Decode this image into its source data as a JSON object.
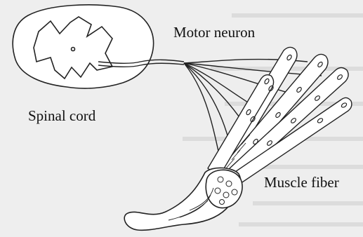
{
  "labels": {
    "motor_neuron": "Motor neuron",
    "spinal_cord": "Spinal cord",
    "muscle_fiber": "Muscle fiber"
  },
  "colors": {
    "background": "#eeeeee",
    "line": "#222222",
    "fill": "#ffffff"
  }
}
